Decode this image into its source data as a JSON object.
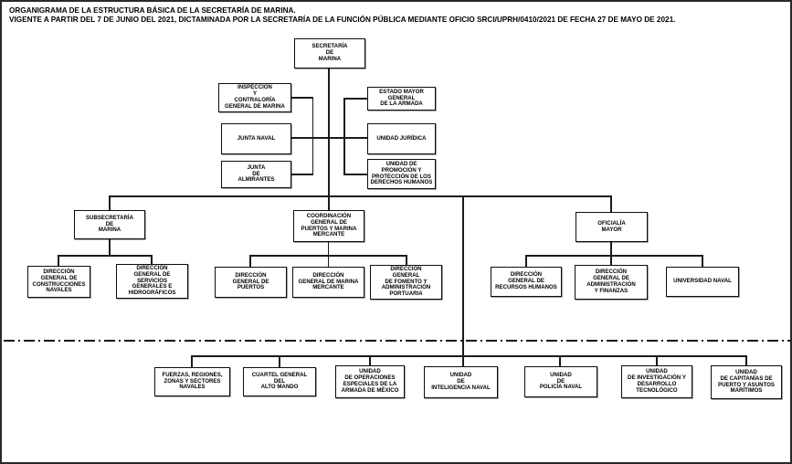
{
  "header": {
    "line1": "ORGANIGRAMA DE LA ESTRUCTURA BÁSICA DE LA SECRETARÍA DE MARINA.",
    "line2": "VIGENTE A PARTIR DEL 7 DE JUNIO DEL 2021, DICTAMINADA POR LA SECRETARÍA DE LA FUNCIÓN PÚBLICA MEDIANTE OFICIO SRCI/UPRH/0410/2021 DE FECHA 27 DE MAYO DE 2021."
  },
  "colors": {
    "line": "#1a1a1a",
    "box_border": "#0d0d0d",
    "box_bg": "#ffffff",
    "text": "#000000"
  },
  "org": {
    "root": {
      "label": "SECRETARÍA\nDE\nMARINA"
    },
    "staff_left": [
      {
        "label": "INSPECCIÓN\nY\nCONTRALORÍA\nGENERAL DE MARINA"
      },
      {
        "label": "JUNTA NAVAL"
      },
      {
        "label": "JUNTA\nDE\nALMIRANTES"
      }
    ],
    "staff_right": [
      {
        "label": "ESTADO MAYOR\nGENERAL\nDE LA ARMADA"
      },
      {
        "label": "UNIDAD JURÍDICA"
      },
      {
        "label": "UNIDAD DE\nPROMOCIÓN Y\nPROTECCIÓN DE LOS\nDERECHOS HUMANOS"
      }
    ],
    "branches": [
      {
        "label": "SUBSECRETARÍA\nDE\nMARINA",
        "children": [
          {
            "label": "DIRECCIÓN\nGENERAL DE\nCONSTRUCCIONES\nNAVALES"
          },
          {
            "label": "DIRECCIÓN\nGENERAL DE\nSERVICIOS\nGENERALES E\nHIDROGRÁFICOS"
          }
        ]
      },
      {
        "label": "COORDINACIÓN\nGENERAL DE\nPUERTOS Y MARINA\nMERCANTE",
        "children": [
          {
            "label": "DIRECCIÓN\nGENERAL DE\nPUERTOS"
          },
          {
            "label": "DIRECCIÓN\nGENERAL DE MARINA\nMERCANTE"
          },
          {
            "label": "DIRECCIÓN\nGENERAL\nDE FOMENTO Y\nADMINISTRACIÓN\nPORTUARIA"
          }
        ]
      },
      {
        "label": "OFICIALÍA\nMAYOR",
        "children": [
          {
            "label": "DIRECCIÓN\nGENERAL DE\nRECURSOS HUMANOS"
          },
          {
            "label": "DIRECCIÓN\nGENERAL DE\nADMINISTRACIÓN\nY FINANZAS"
          },
          {
            "label": "UNIVERSIDAD NAVAL"
          }
        ]
      }
    ],
    "operational_units": [
      {
        "label": "FUERZAS, REGIONES,\nZONAS Y SECTORES\nNAVALES"
      },
      {
        "label": "CUARTEL GENERAL\nDEL\nALTO MANDO"
      },
      {
        "label": "UNIDAD\nDE OPERACIONES\nESPECIALES DE LA\nARMADA DE MÉXICO"
      },
      {
        "label": "UNIDAD\nDE\nINTELIGENCIA NAVAL"
      },
      {
        "label": "UNIDAD\nDE\nPOLICÍA NAVAL"
      },
      {
        "label": "UNIDAD\nDE INVESTIGACIÓN Y\nDESARROLLO\nTECNOLÓGICO"
      },
      {
        "label": "UNIDAD\nDE CAPITANÍAS DE\nPUERTO Y ASUNTOS\nMARÍTIMOS"
      }
    ]
  }
}
